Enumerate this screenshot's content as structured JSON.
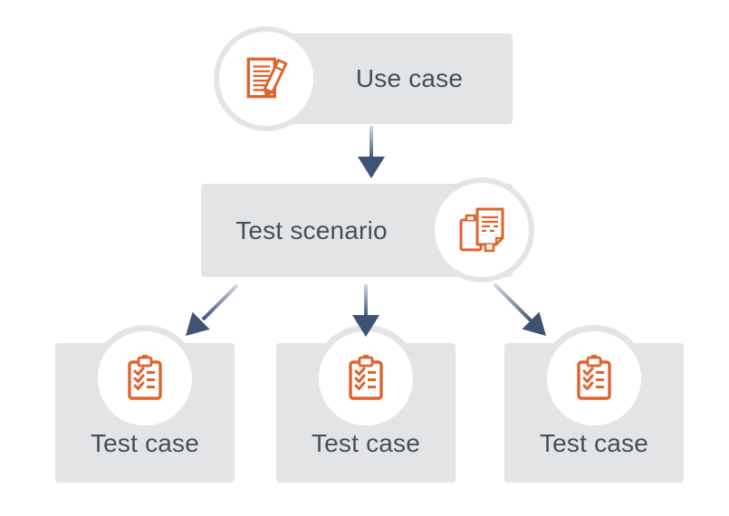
{
  "diagram": {
    "nodes": {
      "use_case": {
        "label": "Use case",
        "icon": "document-pencil-icon"
      },
      "test_scenario": {
        "label": "Test scenario",
        "icon": "documents-icon"
      },
      "test_cases": [
        {
          "label": "Test case",
          "icon": "clipboard-checklist-icon"
        },
        {
          "label": "Test case",
          "icon": "clipboard-checklist-icon"
        },
        {
          "label": "Test case",
          "icon": "clipboard-checklist-icon"
        }
      ]
    },
    "edges": [
      {
        "from": "use_case",
        "to": "test_scenario"
      },
      {
        "from": "test_scenario",
        "to": "test_case_1"
      },
      {
        "from": "test_scenario",
        "to": "test_case_2"
      },
      {
        "from": "test_scenario",
        "to": "test_case_3"
      }
    ],
    "colors": {
      "box_background": "#e3e4e6",
      "icon_accent": "#e0622d",
      "arrow_dark": "#3e5273",
      "arrow_light": "#d3d8df",
      "text": "#454f5b",
      "circle_fill": "#ffffff"
    }
  }
}
